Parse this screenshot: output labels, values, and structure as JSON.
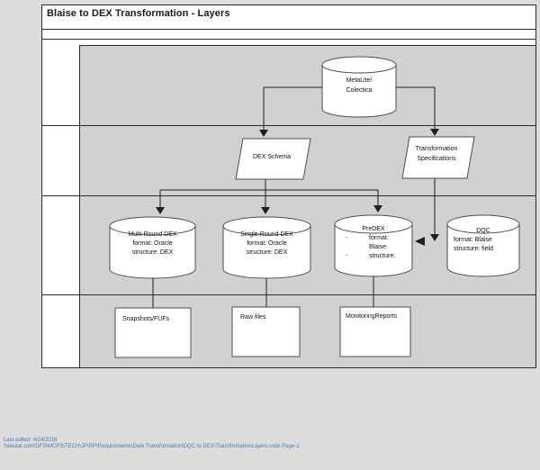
{
  "page": {
    "title": "Blaise to DEX Transformation - Layers"
  },
  "nodes": {
    "metalite": {
      "line1": "MetaLite/",
      "line2": "Colectica"
    },
    "dex_schema": {
      "label": "DEX Schema"
    },
    "transformation_specifications": {
      "line1": "Transformation",
      "line2": "Specifications"
    },
    "multi_round_dex": {
      "line1": "Multi-Round DEX",
      "line2": "format: Oracle",
      "line3": "structure: DEX"
    },
    "single_round_dex": {
      "line1": "Single-Round DEX",
      "line2": "format: Oracle",
      "line3": "structure: DEX"
    },
    "predex": {
      "title": "PreDEX",
      "bullet_char": "-",
      "bullet1_label": "format:",
      "bullet1_value": "Blaise",
      "bullet2_label": "structure:"
    },
    "dqc": {
      "line1": "DQC",
      "line2": "format: Blaise",
      "line3": "structure: field"
    },
    "snapshots": {
      "label": "Snapshots/FUFs"
    },
    "raw_files": {
      "label": "Raw files"
    },
    "monitoring_reports": {
      "label": "MonitoringReports"
    }
  },
  "footer": {
    "last_edited": "Last edited: 4/24/2018",
    "path": "\\\\westat.com\\DFS\\MCPS\\TECH\\JP\\RP\\Requirements\\Data Transformation\\DQC to DEX\\TransformationLayers.vsdx Page-1"
  }
}
